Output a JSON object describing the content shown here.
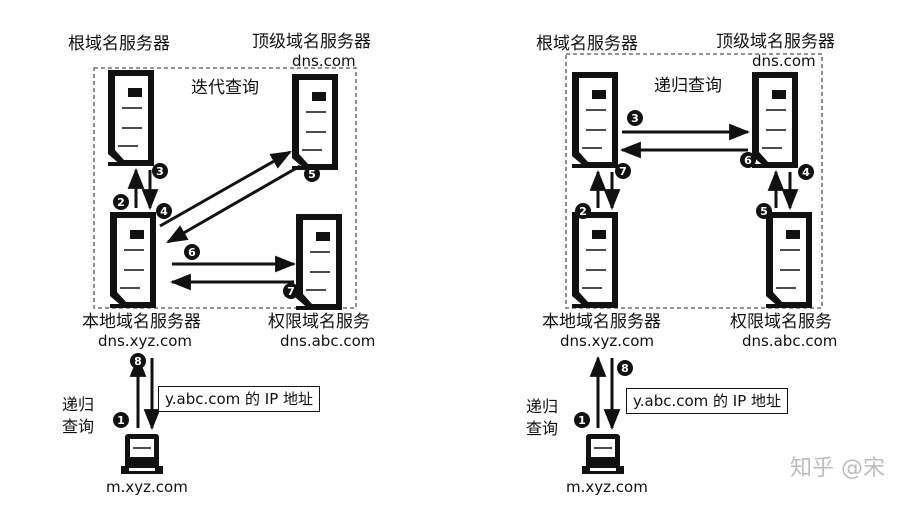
{
  "diagrams": [
    {
      "mode_label": "迭代查询",
      "root_server": "根域名服务器",
      "tld_server": "顶级域名服务器",
      "tld_domain": "dns.com",
      "local_server": "本地域名服务器",
      "local_domain": "dns.xyz.com",
      "auth_server": "权限域名服务",
      "auth_domain": "dns.abc.com",
      "client_domain": "m.xyz.com",
      "client_query_line1": "递归",
      "client_query_line2": "查询",
      "answer_box": "y.abc.com 的 IP 地址",
      "steps": [
        "1",
        "2",
        "3",
        "4",
        "5",
        "6",
        "7",
        "8"
      ]
    },
    {
      "mode_label": "递归查询",
      "root_server": "根域名服务器",
      "tld_server": "顶级域名服务器",
      "tld_domain": "dns.com",
      "local_server": "本地域名服务器",
      "local_domain": "dns.xyz.com",
      "auth_server": "权限域名服务",
      "auth_domain": "dns.abc.com",
      "client_domain": "m.xyz.com",
      "client_query_line1": "递归",
      "client_query_line2": "查询",
      "answer_box": "y.abc.com 的 IP 地址",
      "steps": [
        "1",
        "2",
        "3",
        "4",
        "5",
        "6",
        "7",
        "8"
      ]
    }
  ],
  "watermark": "知乎 @宋"
}
